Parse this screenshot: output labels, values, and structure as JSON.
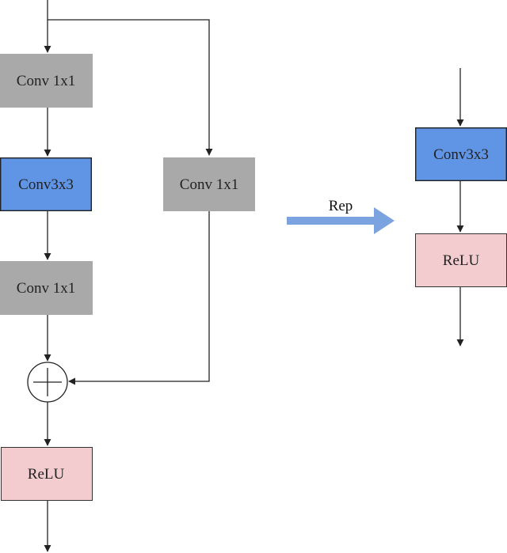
{
  "colors": {
    "conv1x1": "#a9a9a9",
    "conv3x3": "#5f95e4",
    "relu": "#f2cccf",
    "rep_arrow": "#7aa3e0",
    "wire": "#222222"
  },
  "left_block": {
    "conv1x1_top": "Conv 1x1",
    "conv3x3": "Conv3x3",
    "conv1x1_bottom": "Conv 1x1",
    "branch_conv1x1": "Conv 1x1",
    "relu": "ReLU",
    "add_op": "add-icon"
  },
  "transform": {
    "label": "Rep"
  },
  "right_block": {
    "conv3x3": "Conv3x3",
    "relu": "ReLU"
  }
}
